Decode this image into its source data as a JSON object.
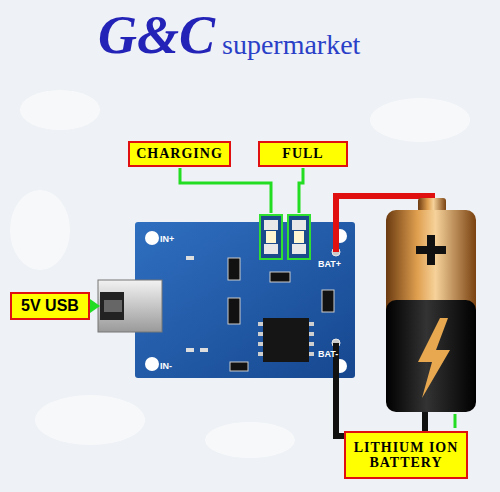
{
  "diagram": {
    "nodes": [
      {
        "text": [
          "CHARGING"
        ]
      },
      {
        "text": [
          "FULL"
        ]
      },
      {
        "text": [
          "5V USB"
        ]
      },
      {
        "text": [
          "LITHIUM ION BATTERY"
        ]
      }
    ],
    "labels": [
      "G&C",
      "supermarket",
      "IN+",
      "IN-",
      "BAT+",
      "BAT-"
    ]
  }
}
